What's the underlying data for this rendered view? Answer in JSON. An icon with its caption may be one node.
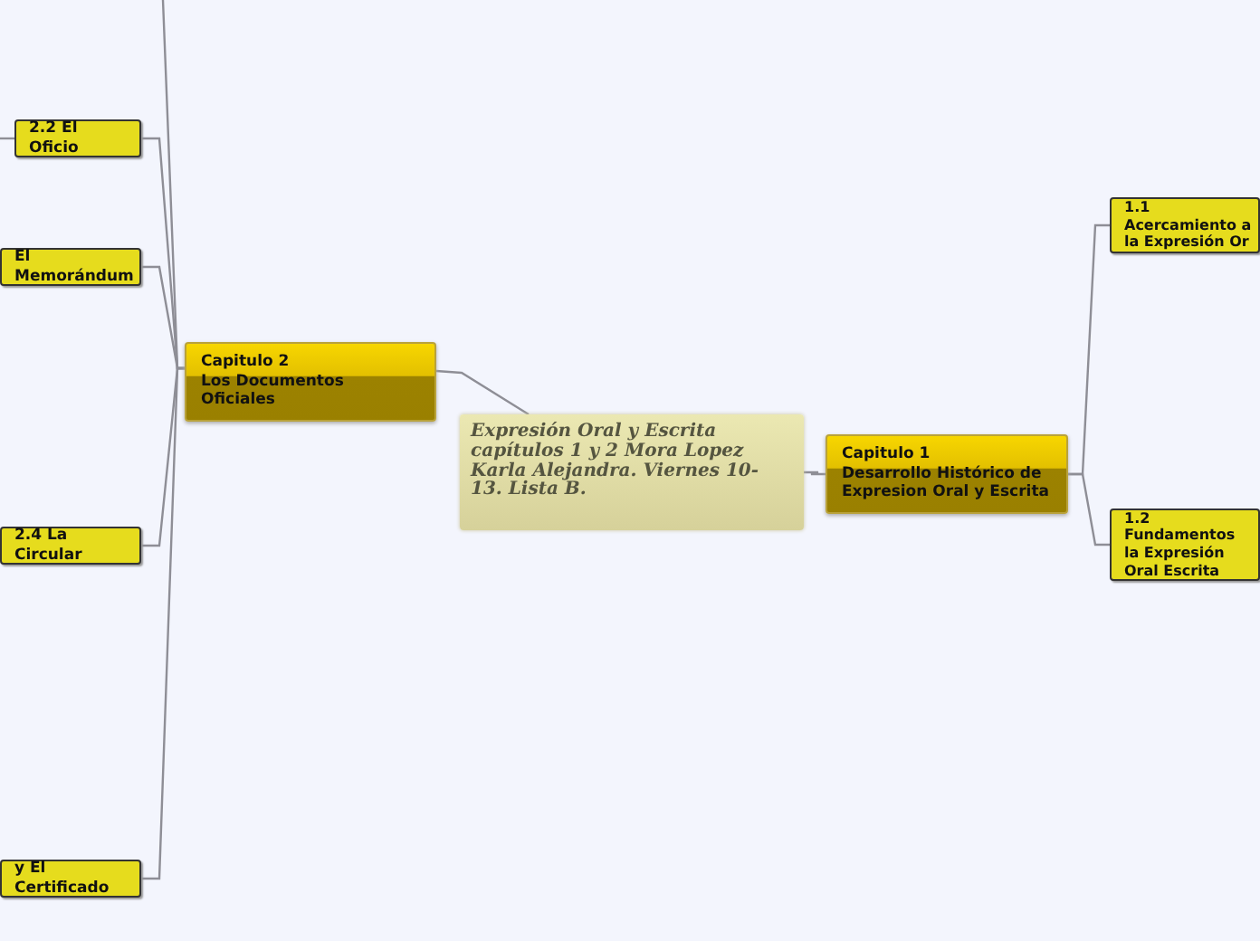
{
  "diagram": {
    "nodes": [
      {
        "text": [
          "Expresión Oral y Escrita capítulos 1 y 2 Mora Lopez Karla Alejandra. Viernes 10-13. Lista B."
        ]
      },
      {
        "text": [
          "Capitulo 2",
          "Los Documentos Oficiales"
        ]
      },
      {
        "text": [
          "Capitulo 1",
          "Desarrollo Histórico de Expresion Oral y Escrita"
        ]
      },
      {
        "text": [
          "2.2 El Oficio"
        ]
      },
      {
        "text": [
          "El Memorándum"
        ]
      },
      {
        "text": [
          "2.4 La Circular"
        ]
      },
      {
        "text": [
          "y El Certificado"
        ]
      },
      {
        "text": [
          "1.1 Acercamiento a la Expresión Or"
        ]
      },
      {
        "text": [
          "1.2 Fundamentos la Expresión Oral Escrita"
        ]
      }
    ],
    "edges": [
      {
        "from": 1,
        "to": 0,
        "arrow": "none"
      },
      {
        "from": 0,
        "to": 2,
        "arrow": "none"
      },
      {
        "from": 1,
        "to": 3,
        "arrow": "none"
      },
      {
        "from": 1,
        "to": 4,
        "arrow": "none"
      },
      {
        "from": 1,
        "to": 5,
        "arrow": "none"
      },
      {
        "from": 1,
        "to": 6,
        "arrow": "none"
      },
      {
        "from": 1,
        "to": null,
        "arrow": "none"
      },
      {
        "from": 2,
        "to": 7,
        "arrow": "none"
      },
      {
        "from": 2,
        "to": 8,
        "arrow": "none"
      },
      {
        "from": 3,
        "to": null,
        "arrow": "none"
      }
    ]
  }
}
